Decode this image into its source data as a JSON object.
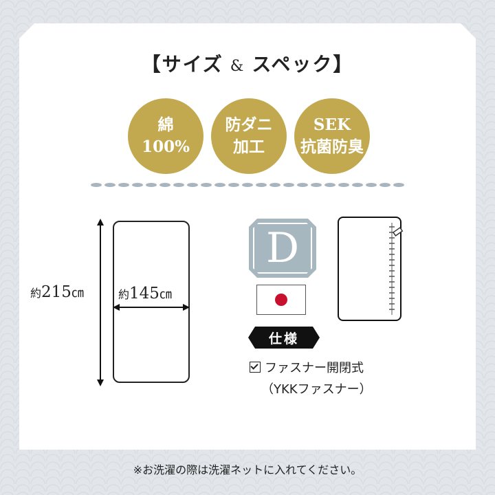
{
  "header": {
    "title_left": "【サイズ",
    "title_amp": "&",
    "title_right": "スペック】"
  },
  "features": [
    {
      "line1": "綿",
      "line2": "100%"
    },
    {
      "line1": "防ダニ",
      "line2": "加工"
    },
    {
      "line1": "SEK",
      "line2": "抗菌防臭"
    }
  ],
  "dimensions": {
    "length_prefix": "約",
    "length_value": "215",
    "length_unit": "㎝",
    "width_prefix": "約",
    "width_value": "145",
    "width_unit": "㎝"
  },
  "badge": {
    "letter": "D"
  },
  "spec": {
    "label": "仕様",
    "item1": "ファスナー開閉式",
    "item2": "（YKKファスナー）"
  },
  "footer": {
    "note": "※お洗濯の際は洗濯ネットに入れてください。"
  },
  "colors": {
    "gold": "#c2a94f",
    "badge_blue": "#a7b7c0",
    "flag_red": "#c8102e"
  }
}
